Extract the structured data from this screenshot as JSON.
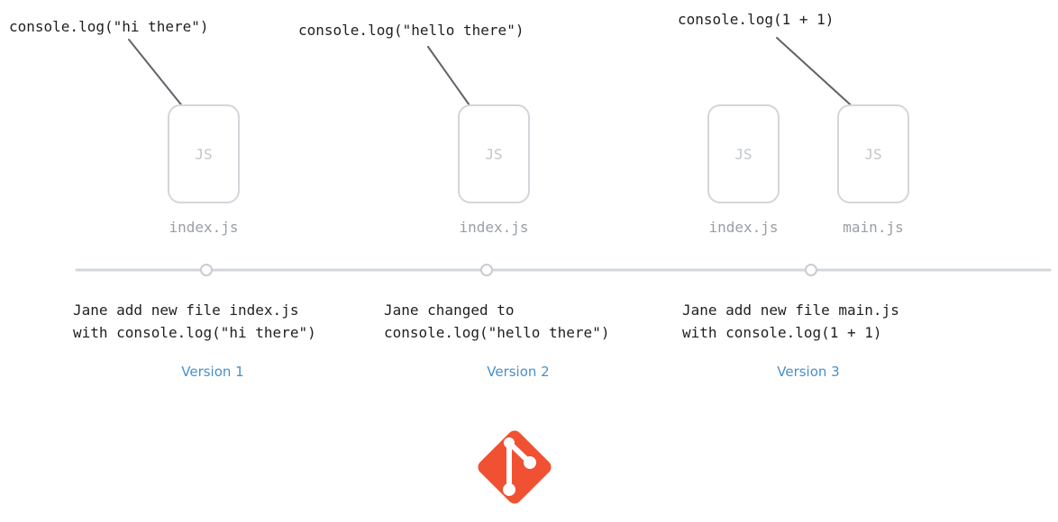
{
  "timeline": {
    "versions": [
      {
        "callout": "console.log(\"hi there\")",
        "files": [
          {
            "name": "index.js",
            "badge": "JS"
          }
        ],
        "description": [
          "Jane add new file index.js",
          "with console.log(\"hi there\")"
        ],
        "label": "Version 1"
      },
      {
        "callout": "console.log(\"hello there\")",
        "files": [
          {
            "name": "index.js",
            "badge": "JS"
          }
        ],
        "description": [
          "Jane changed to",
          "console.log(\"hello there\")"
        ],
        "label": "Version 2"
      },
      {
        "callout": "console.log(1 + 1)",
        "files": [
          {
            "name": "index.js",
            "badge": "JS"
          },
          {
            "name": "main.js",
            "badge": "JS"
          }
        ],
        "description": [
          "Jane add new file main.js",
          "with console.log(1 + 1)"
        ],
        "label": "Version 3"
      }
    ]
  },
  "colors": {
    "timeline": "#d3d6da",
    "file_border": "#d3d6da",
    "pointer": "#5f6368",
    "version_label": "#4a90c8",
    "git_logo": "#f05133"
  },
  "logo": {
    "icon": "git-logo-icon"
  }
}
